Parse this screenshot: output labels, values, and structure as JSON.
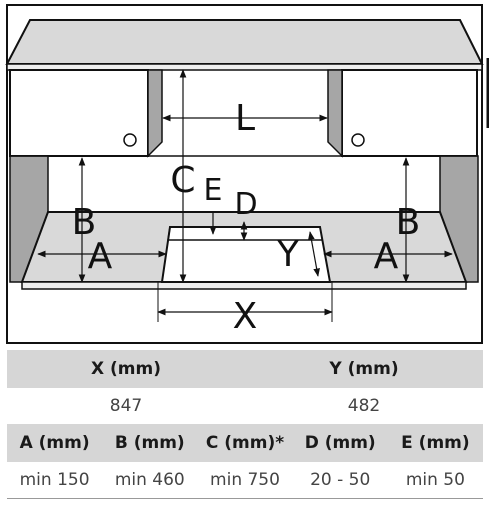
{
  "diagram": {
    "labels": {
      "L": "L",
      "C": "C",
      "E": "E",
      "D": "D",
      "Y": "Y",
      "X": "X",
      "B_left": "B",
      "B_right": "B",
      "A_left": "A",
      "A_right": "A"
    }
  },
  "table_top": {
    "headers": [
      "X (mm)",
      "Y (mm)"
    ],
    "values": [
      "847",
      "482"
    ]
  },
  "table_bottom": {
    "headers": [
      "A (mm)",
      "B (mm)",
      "C (mm)*",
      "D (mm)",
      "E (mm)"
    ],
    "values": [
      "min 150",
      "min 460",
      "min 750",
      "20 - 50",
      "min 50"
    ]
  },
  "colors": {
    "cabinet_fill": "#d9d9d9",
    "cabinet_side": "#a6a6a6",
    "line": "#111111",
    "header_bg": "#d6d6d6"
  }
}
